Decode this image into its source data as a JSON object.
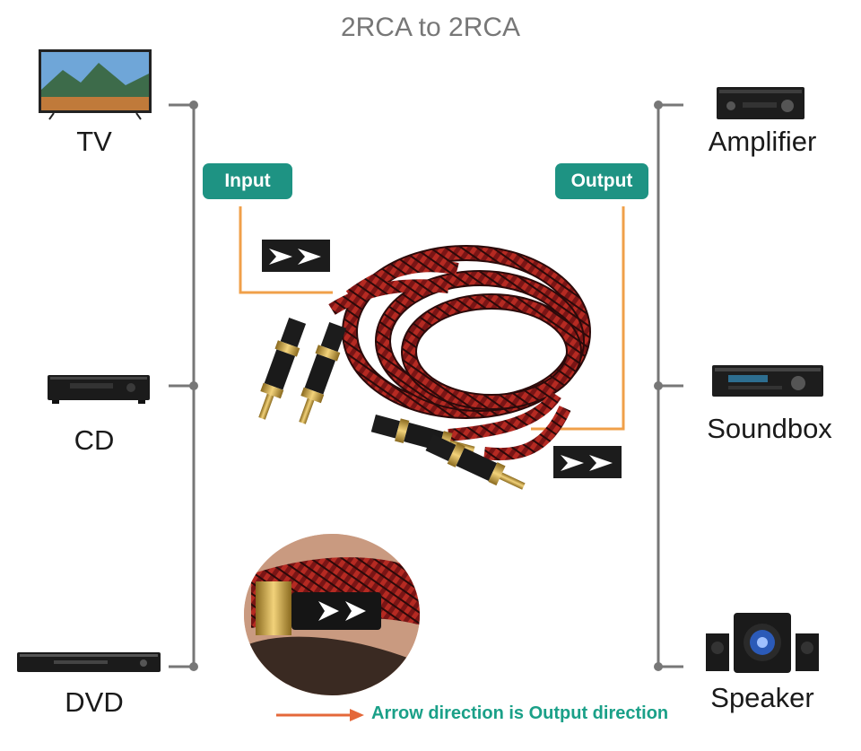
{
  "title": "2RCA to 2RCA",
  "devices_left": [
    {
      "label": "TV",
      "icon": "tv-icon"
    },
    {
      "label": "CD",
      "icon": "cd-player-icon"
    },
    {
      "label": "DVD",
      "icon": "dvd-player-icon"
    }
  ],
  "devices_right": [
    {
      "label": "Amplifier",
      "icon": "amplifier-icon"
    },
    {
      "label": "Soundbox",
      "icon": "receiver-icon"
    },
    {
      "label": "Speaker",
      "icon": "speaker-icon"
    }
  ],
  "badges": {
    "input": "Input",
    "output": "Output"
  },
  "caption": "Arrow direction is Output direction",
  "colors": {
    "teal": "#1e9383",
    "orange": "#f0a04a",
    "caption_green": "#1aa088",
    "caption_arrow": "#e4683a",
    "bracket_gray": "#777777",
    "cable_red": "#8a1a1a"
  }
}
